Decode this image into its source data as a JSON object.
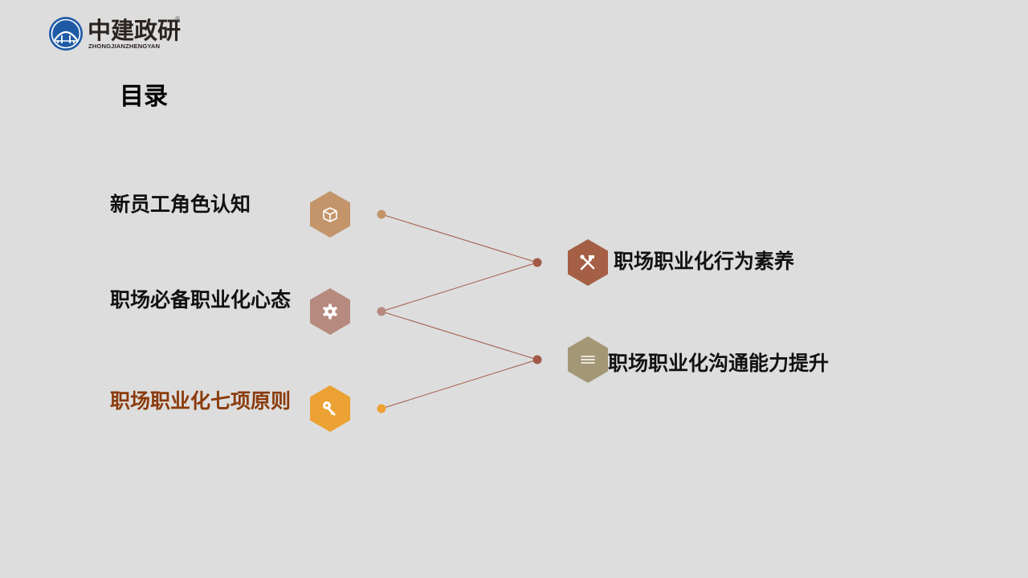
{
  "logo": {
    "name": "中建政研",
    "pinyin": "ZHONGJIANZHENGYAN",
    "registered": "®"
  },
  "title": "目录",
  "left_items": [
    {
      "label": "新员工角色认知",
      "icon": "box-icon",
      "color": "#c4956a"
    },
    {
      "label": "职场必备职业化心态",
      "icon": "gear-icon",
      "color": "#b68a7e"
    },
    {
      "label": "职场职业化七项原则",
      "icon": "key-icon",
      "color": "#eca133",
      "active": true
    }
  ],
  "right_items": [
    {
      "label": "职场职业化行为素养",
      "icon": "tools-icon",
      "color": "#a55f45"
    },
    {
      "label": "职场职业化沟通能力提升",
      "icon": "layers-icon",
      "color": "#a49775"
    }
  ],
  "colors": {
    "background": "#dddddd",
    "connector": "#a25a47",
    "active_text": "#8a3b0b"
  }
}
